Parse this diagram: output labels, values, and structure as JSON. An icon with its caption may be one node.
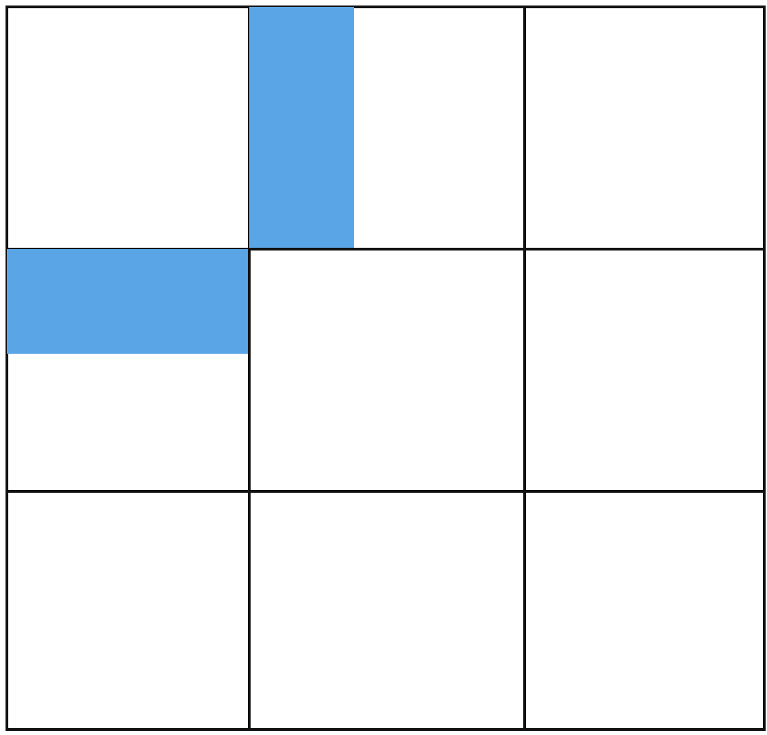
{
  "diagram": {
    "nodes": [
      {
        "text": [],
        "shape": "box"
      },
      {
        "text": [],
        "shape": "box"
      },
      {
        "text": [],
        "shape": "box"
      },
      {
        "text": [],
        "shape": "box"
      },
      {
        "text": [],
        "shape": "box"
      },
      {
        "text": [],
        "shape": "box"
      },
      {
        "text": [],
        "shape": "box"
      },
      {
        "text": [],
        "shape": "box"
      },
      {
        "text": [],
        "shape": "box"
      },
      {
        "text": [],
        "shape": "bar",
        "in": 1
      },
      {
        "text": [],
        "shape": "bar",
        "in": 3
      }
    ]
  }
}
